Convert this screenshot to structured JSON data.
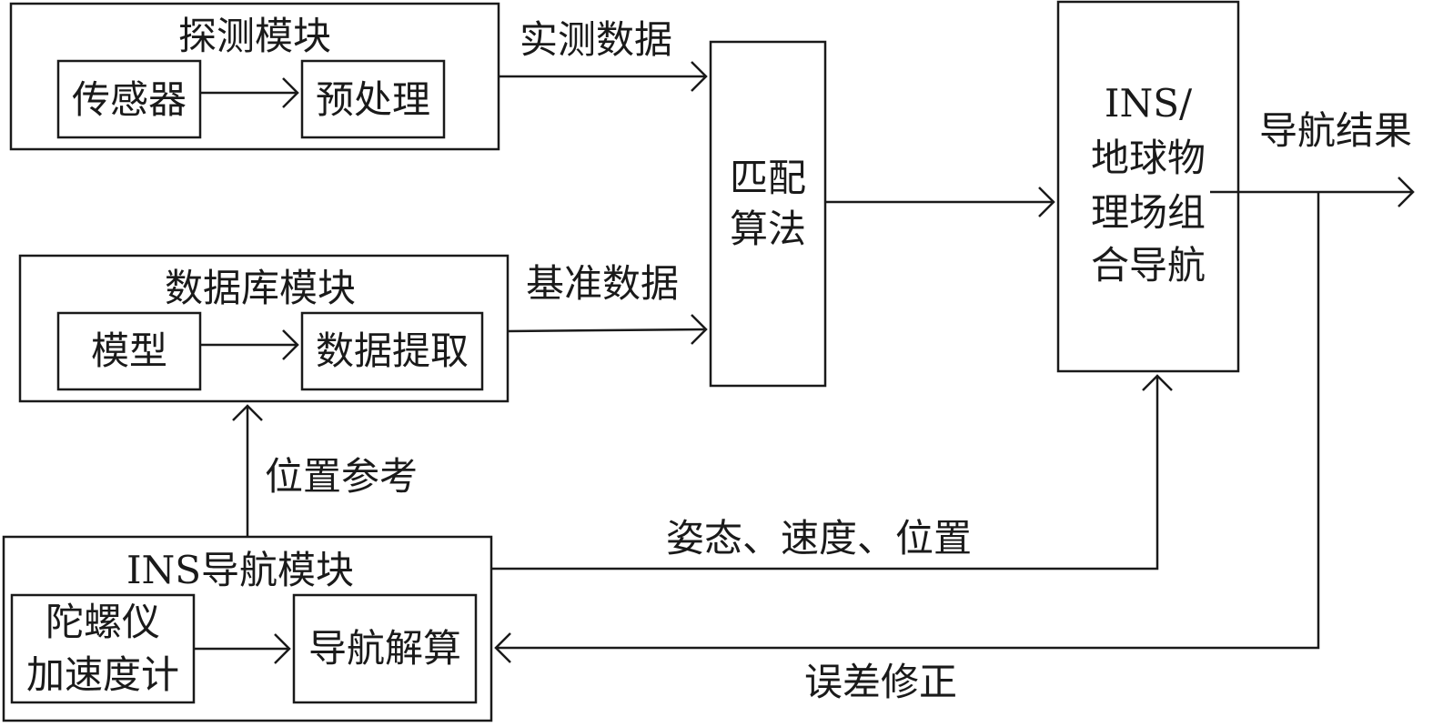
{
  "modules": {
    "detect": {
      "title": "探测模块",
      "sensor": "传感器",
      "preprocess": "预处理"
    },
    "database": {
      "title": "数据库模块",
      "model": "模型",
      "extract": "数据提取"
    },
    "ins": {
      "title": "INS导航模块",
      "gyro_line1": "陀螺仪",
      "gyro_line2": "加速度计",
      "solve": "导航解算"
    }
  },
  "match": {
    "line1": "匹配",
    "line2": "算法"
  },
  "fusion": {
    "line1": "INS/",
    "line2": "地球物",
    "line3": "理场组",
    "line4": "合导航"
  },
  "edges": {
    "measured": "实测数据",
    "reference": "基准数据",
    "result": "导航结果",
    "position_ref": "位置参考",
    "state": "姿态、速度、位置",
    "correction": "误差修正"
  }
}
